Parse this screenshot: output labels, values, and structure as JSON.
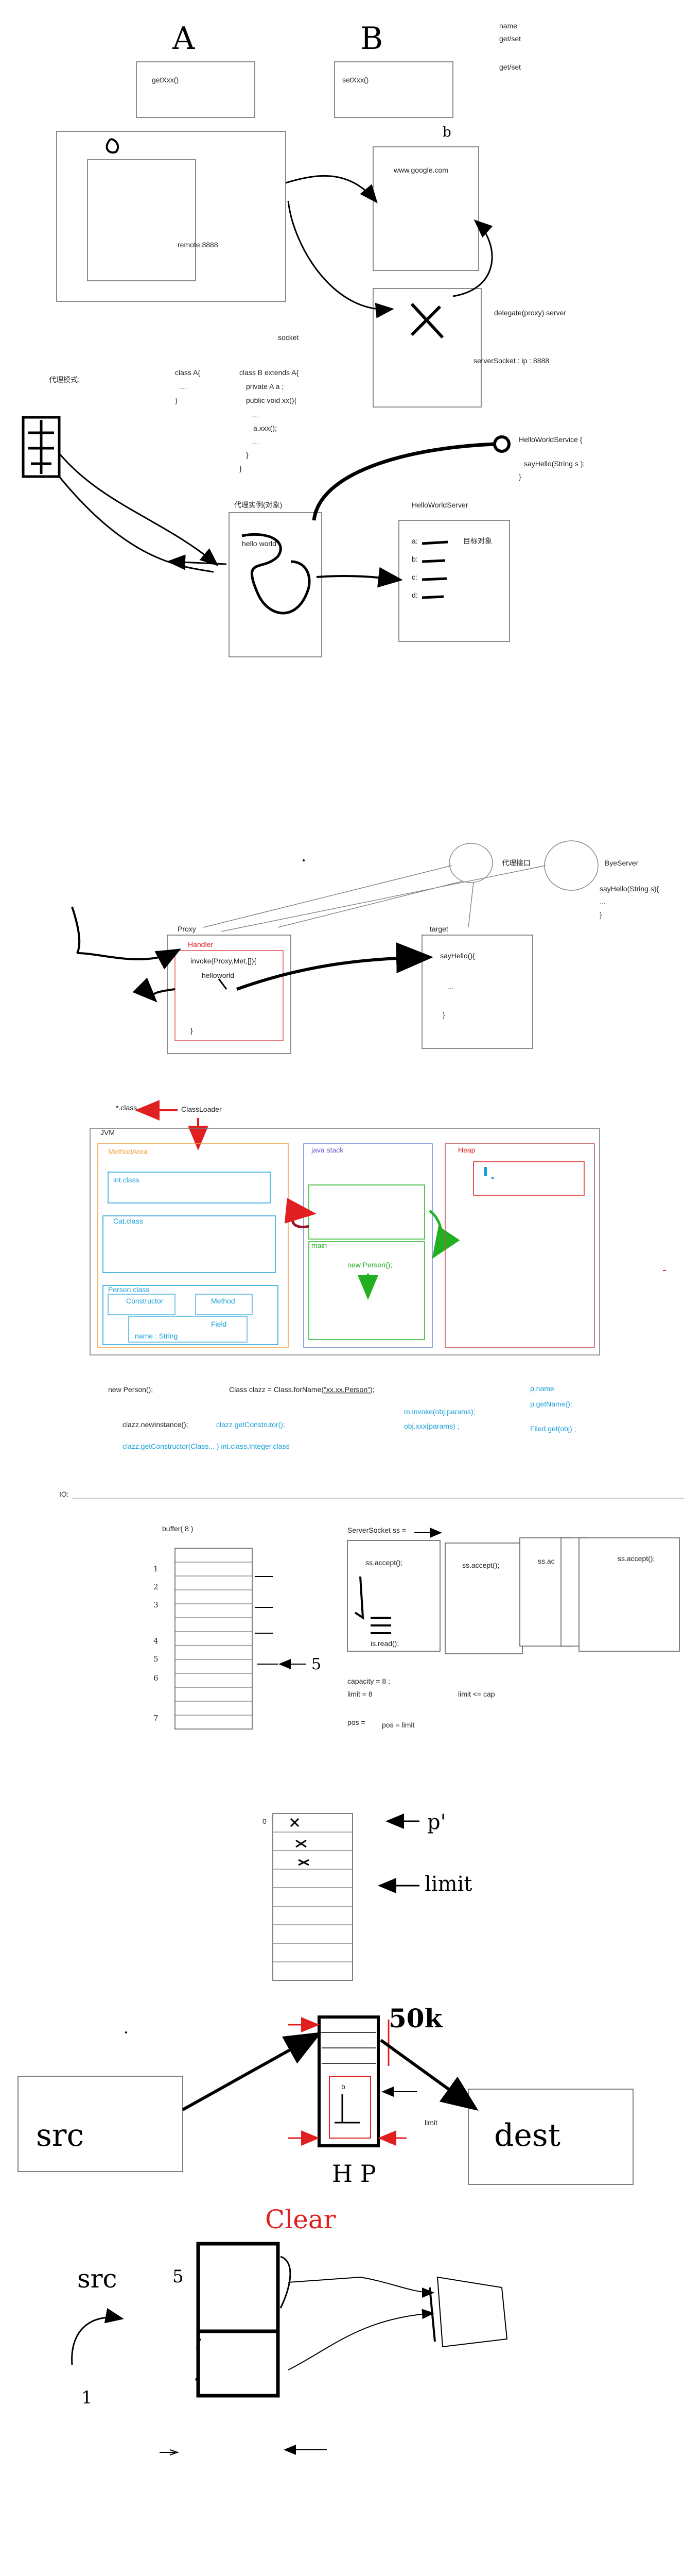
{
  "section1": {
    "big_a": "A",
    "big_b": "B",
    "getter": "getXxx()",
    "setter": "setXxx()",
    "name_lines": [
      "name",
      "get/set",
      "get/set"
    ],
    "remote": "remote:8888",
    "small_b": "b",
    "google": "www.google.com",
    "socket": "socket",
    "delegate": "delegate(proxy) server",
    "server_socket": "serverSocket : ip : 8888",
    "proxy_mode": "代理模式:",
    "class_a_lines": [
      "class A{",
      "...",
      "}"
    ],
    "class_b_lines": [
      "class B extends A{",
      "private A a ;",
      "public void xx(){",
      "...",
      "a.xxx();",
      "...",
      "}",
      "}"
    ],
    "hello_service_lines": [
      "HelloWorldService {",
      "sayHello(String s );",
      "}"
    ],
    "proxy_instance": "代理实例(对象)",
    "hello_world": "hello world",
    "hello_server": "HelloWorldServer",
    "target_obj": "目标对象",
    "abcd": [
      "a:",
      "b:",
      "c:",
      "d:"
    ]
  },
  "section2": {
    "proxy_interface": "代理接口",
    "bye_server_lines": [
      "ByeServer",
      "sayHello(String s){",
      "...",
      "}"
    ],
    "proxy": "Proxy",
    "handler": "Handler",
    "invoke_lines": [
      "invoke(Proxy,Met,[]){",
      "helloworld"
    ],
    "close_brace": "}",
    "target": "target",
    "target_lines": [
      "sayHello(){",
      "...",
      "}"
    ]
  },
  "section3": {
    "class_file": "*.class",
    "classloader": "ClassLoader",
    "jvm": "JVM",
    "method_area": "MethodArea",
    "int_class": "int.class",
    "cat_class": "Cat.class",
    "person_class": "Person.class",
    "constructor": "Constructor",
    "method": "Method",
    "field": "Field",
    "name_string": "name : String",
    "java_stack": "java stack",
    "main": "main",
    "new_person_stack": "new Person();",
    "heap": "Heap",
    "new_person": "new Person();",
    "newinstance": "clazz.newInstance();",
    "forname_prefix": "Class clazz = Class.forName(",
    "forname_arg": "\"xx.xx.Person\"",
    "forname_suffix": ");",
    "get_constructor": "clazz.getConstrutor();",
    "get_constructor_int": "clazz.getConstructor(Class... ) int.class,Integer.class",
    "invoke_lines": [
      "m.invoke(obj,params);",
      "obj.xxx(params) ;"
    ],
    "pname_lines": [
      "p.name",
      "p.getName();"
    ],
    "filed_get": "Filed.get(obj) ;"
  },
  "section4": {
    "io": "IO:",
    "buffer": "buffer(  8  )",
    "five": "5",
    "numbers": [
      "1",
      "2",
      "3",
      "4",
      "5",
      "6",
      "7"
    ],
    "server_socket_ss": "ServerSocket ss =",
    "accepts": [
      "ss.accept();",
      "ss.accept();",
      "ss.ac",
      "ss.accept();"
    ],
    "is_read": "is.read();",
    "capacity": "capacity = 8 ;",
    "limit": "limit =  8",
    "limit_cap": "limit <= cap",
    "pos": "pos =",
    "pos_limit": "pos = limit"
  },
  "section5": {
    "zero": "0",
    "p_prime": "p'",
    "limit_hand": "limit"
  },
  "section6": {
    "fifty_ok": "50k",
    "b_label": "b",
    "src": "src",
    "limit_small": "limit",
    "dest": "dest",
    "hp": "H P",
    "clear": "Clear"
  },
  "section7": {
    "src": "src",
    "five_marker": "5",
    "one_marker": "1"
  },
  "colors": {
    "ink": "#000000",
    "box": "#666666",
    "red": "#e02020",
    "blue": "#1aa0d8",
    "green": "#20b020",
    "orange": "#f0a040",
    "purple": "#6a5acd",
    "maroon": "#a01020"
  }
}
